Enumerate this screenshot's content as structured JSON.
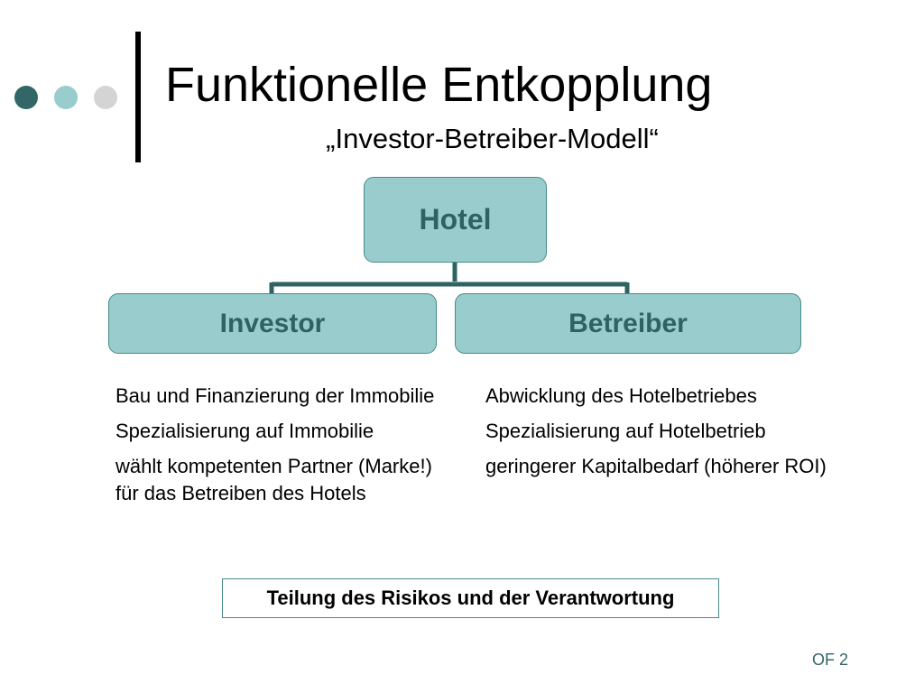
{
  "header": {
    "title": "Funktionelle Entkopplung",
    "subtitle": "„Investor-Betreiber-Modell“"
  },
  "diagram": {
    "root": "Hotel",
    "children": [
      "Investor",
      "Betreiber"
    ]
  },
  "investor_points": [
    "Bau und Finanzierung der Immobilie",
    "Spezialisierung auf Immobilie",
    "wählt kompetenten Partner (Marke!) für das Betreiben des Hotels"
  ],
  "betreiber_points": [
    "Abwicklung des Hotelbetriebes",
    "Spezialisierung auf Hotelbetrieb",
    "geringerer Kapitalbedarf (höherer ROI)"
  ],
  "summary": "Teilung des Risikos und der Verantwortung",
  "footer": "OF 2",
  "colors": {
    "accent_dark": "#336666",
    "accent_light": "#99cccc",
    "dot_grey": "#d4d4d4"
  }
}
